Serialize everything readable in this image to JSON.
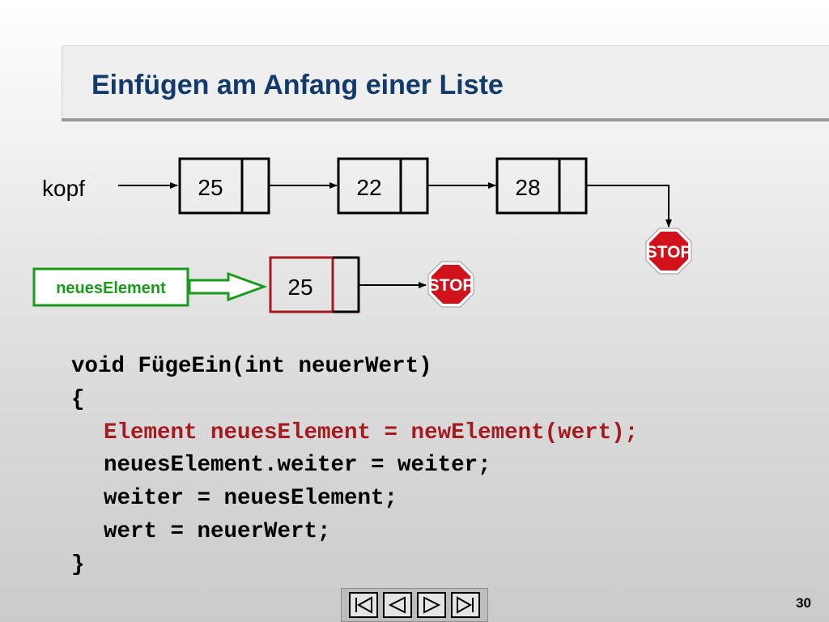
{
  "slide": {
    "title": "Einfügen am Anfang einer Liste",
    "page_number": "30"
  },
  "diagram": {
    "head_label": "kopf",
    "list_nodes": [
      "25",
      "22",
      "28"
    ],
    "new_element_label": "neuesElement",
    "new_node_value": "25",
    "stop_sign_text": "STOP"
  },
  "code": {
    "lines": [
      "void FügeEin(int neuerWert)",
      "{",
      "Element neuesElement = newElement(wert);",
      "neuesElement.weiter = weiter;",
      "weiter = neuesElement;",
      "wert = neuerWert;",
      "}"
    ]
  },
  "nav": {
    "buttons": [
      "first-slide-icon",
      "previous-slide-icon",
      "next-slide-icon",
      "last-slide-icon"
    ]
  },
  "colors": {
    "title": "#123a6b",
    "highlight_code": "#a41a1f",
    "new_element_box": "#a41a1f",
    "label_green": "#1a9a1a",
    "stop_red": "#d0121b"
  }
}
